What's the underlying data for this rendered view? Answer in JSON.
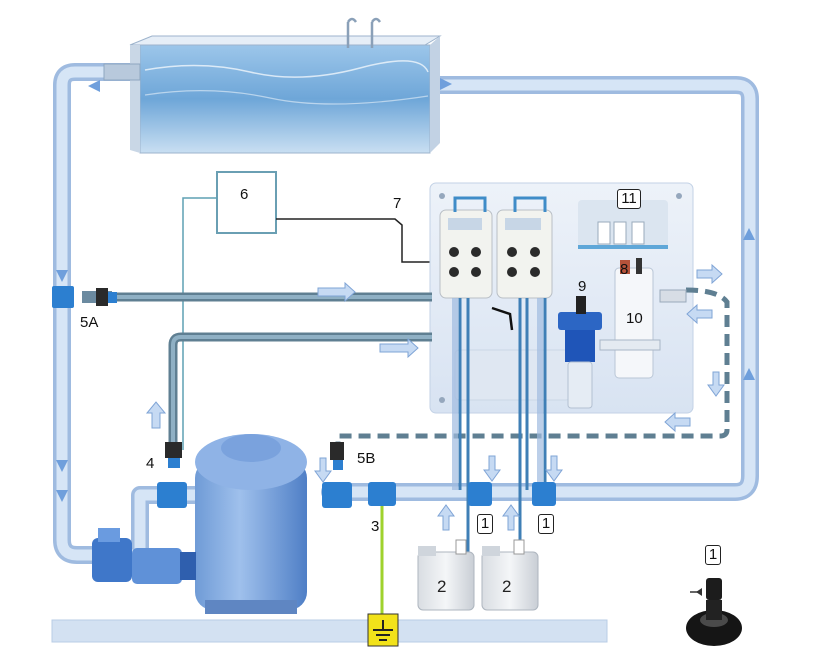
{
  "labels": {
    "l1a": "1",
    "l1b": "1",
    "l1c": "1",
    "l2a": "2",
    "l2b": "2",
    "l3": "3",
    "l4": "4",
    "l5a": "5A",
    "l5b": "5B",
    "l6": "6",
    "l7": "7",
    "l8": "8",
    "l9": "9",
    "l10": "10",
    "l11": "11"
  },
  "colors": {
    "pipe": "#c7d9ef",
    "pipe_edge": "#9fbbe0",
    "pipe_dark": "#5f7f92",
    "water": "#6ea6d8",
    "panel": "#e3ebf6",
    "ground_wire": "#9fd22d",
    "ground_symbol": "#f2e21a",
    "arrow": "#5b8fd6",
    "valve_blue": "#2c7fd0",
    "floor": "#d6e3f2"
  }
}
